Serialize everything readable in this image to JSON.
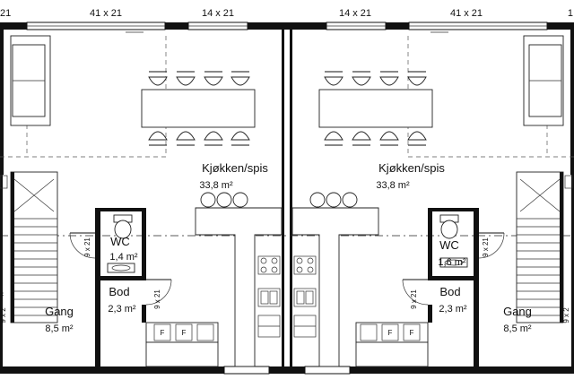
{
  "dimensions": {
    "top_left_outer": "41 x 21",
    "top_left_inner": "14 x 21",
    "top_right_inner": "14 x 21",
    "top_right_outer": "41 x 21",
    "top_far_left": "21",
    "top_far_right": "1",
    "door_wc_left": "9 x 21",
    "door_bod_left": "9 x 21",
    "door_bod_right": "9 x 21",
    "door_wc_right": "9 x 21",
    "edge_left": "9 x 2",
    "edge_right": "9 x 2"
  },
  "rooms": {
    "kitchen_left": {
      "name": "Kjøkken/spis",
      "area": "33,8 m²"
    },
    "kitchen_right": {
      "name": "Kjøkken/spis",
      "area": "33,8 m²"
    },
    "wc_left": {
      "name": "WC",
      "area": "1,4 m²"
    },
    "wc_right": {
      "name": "WC",
      "area": "1,6 m²"
    },
    "bod_left": {
      "name": "Bod",
      "area": "2,3 m²"
    },
    "bod_right": {
      "name": "Bod",
      "area": "2,3 m²"
    },
    "gang_left": {
      "name": "Gang",
      "area": "8,5 m²"
    },
    "gang_right": {
      "name": "Gang",
      "area": "8,5 m²"
    }
  },
  "fixtures": {
    "cabinet_mark": "F"
  },
  "edge_marks": {
    "left_f": "f"
  },
  "colors": {
    "wall": "#111111",
    "background": "#ffffff"
  }
}
